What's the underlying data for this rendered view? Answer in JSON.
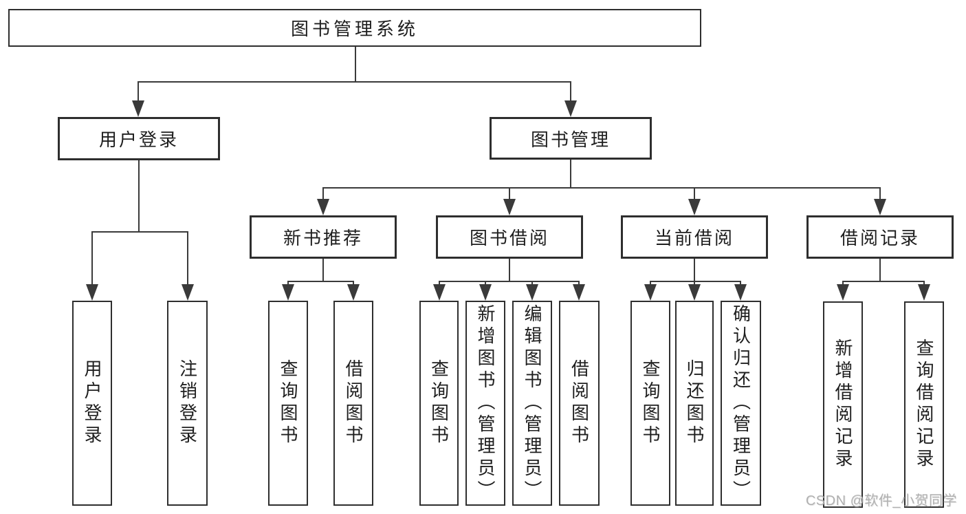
{
  "colors": {
    "line": "#3a3a3a",
    "border": "#2e2e2e",
    "text": "#1e1e1e",
    "bg": "#ffffff",
    "watermark": "#b1b1b1"
  },
  "tree": {
    "root": {
      "label": "图书管理系统"
    },
    "level2": [
      {
        "label": "用户登录"
      },
      {
        "label": "图书管理"
      }
    ],
    "level3": [
      {
        "label": "新书推荐"
      },
      {
        "label": "图书借阅"
      },
      {
        "label": "当前借阅"
      },
      {
        "label": "借阅记录"
      }
    ],
    "leaves": {
      "user_login": [
        {
          "label": "用户登录"
        },
        {
          "label": "注销登录"
        }
      ],
      "new_book_recommend": [
        {
          "label": "查询图书"
        },
        {
          "label": "借阅图书"
        }
      ],
      "book_borrowing": [
        {
          "label": "查询图书"
        },
        {
          "label": "新增图书（管理员）"
        },
        {
          "label": "编辑图书（管理员）"
        },
        {
          "label": "借阅图书"
        }
      ],
      "current_borrowing": [
        {
          "label": "查询图书"
        },
        {
          "label": "归还图书"
        },
        {
          "label": "确认归还（管理员）"
        }
      ],
      "borrowing_records": [
        {
          "label": "新增借阅记录"
        },
        {
          "label": "查询借阅记录"
        }
      ]
    }
  },
  "watermark": {
    "text": "CSDN @软件_小贺同学"
  }
}
